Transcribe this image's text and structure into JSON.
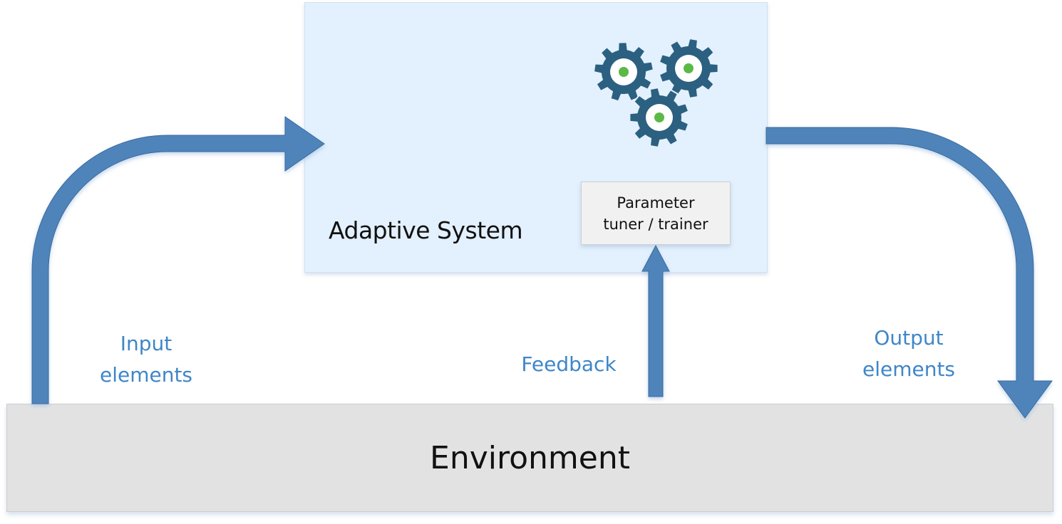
{
  "diagram": {
    "adaptive_system": {
      "title": "Adaptive System",
      "icon": "gears-icon"
    },
    "parameter_tuner": {
      "line1": "Parameter",
      "line2": "tuner / trainer"
    },
    "environment": {
      "title": "Environment"
    },
    "edges": {
      "input": {
        "line1": "Input",
        "line2": "elements",
        "from": "Environment",
        "to": "Adaptive System"
      },
      "output": {
        "line1": "Output",
        "line2": "elements",
        "from": "Adaptive System",
        "to": "Environment"
      },
      "feedback": {
        "label": "Feedback",
        "from": "Environment",
        "to": "Parameter tuner / trainer"
      }
    },
    "colors": {
      "arrow": "#4f84bb",
      "arrow_stroke": "#3a6b9c",
      "label": "#3f86c8",
      "adaptive_fill": "#e3f0fd",
      "tuner_fill": "#f1f1f1",
      "environment_fill": "#e2e2e2",
      "gear": "#2b6080",
      "gear_center": "#5bb947"
    }
  }
}
